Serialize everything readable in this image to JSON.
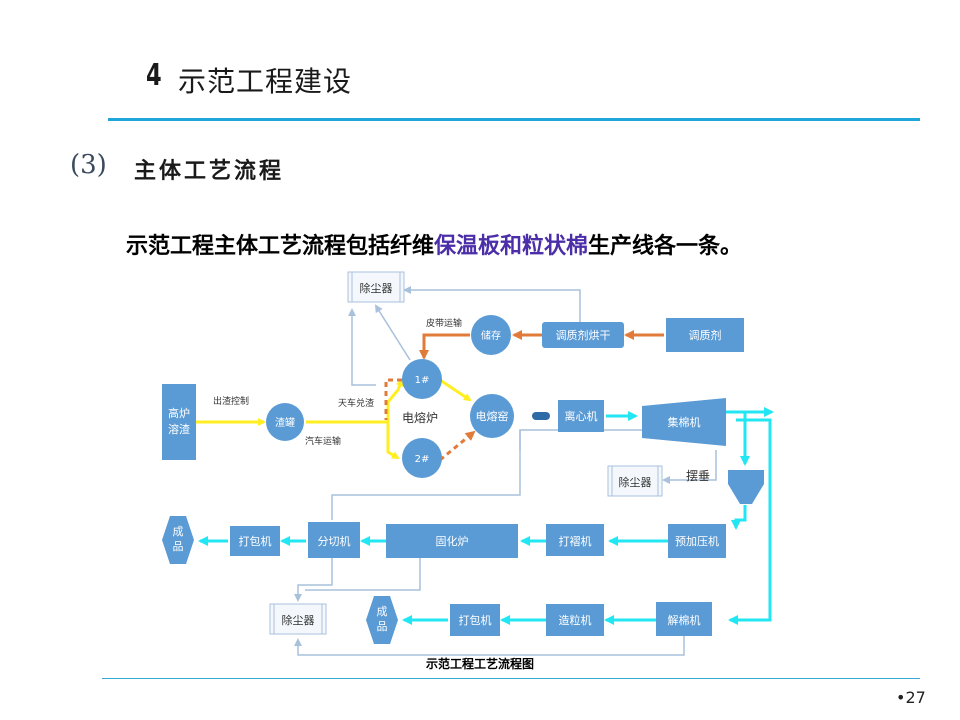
{
  "title": {
    "number": "4",
    "text": "示范工程建设"
  },
  "subtitle": {
    "number": "(3)",
    "text": "主体工艺流程"
  },
  "intro": {
    "before": "示范工程主体工艺流程包括纤维",
    "highlight": "保温板和粒状棉",
    "after": "生产线各一条。"
  },
  "diagram": {
    "caption": "示范工程工艺流程图",
    "nodes": {
      "slag": "高炉溶渣",
      "ladle": "渣罐",
      "furnace1": "1#",
      "furnace2": "2#",
      "furnace_label": "电熔炉",
      "kiln": "电熔窑",
      "centrifuge": "离心机",
      "collector": "集棉机",
      "dust_top": "除尘器",
      "storage": "储存",
      "dryer": "调质剂烘干",
      "conditioner": "调质剂",
      "dust_mid": "除尘器",
      "pendulum": "摆垂",
      "product1": "成品",
      "pack1": "打包机",
      "cutter": "分切机",
      "curing": "固化炉",
      "pleater": "打褶机",
      "prepress": "预加压机",
      "dust_bottom": "除尘器",
      "product2": "成品",
      "pack2": "打包机",
      "granulator": "造粒机",
      "opener": "解棉机"
    },
    "labels": {
      "slag_control": "出渣控制",
      "crane_pour": "天车兑渣",
      "truck": "汽车运输",
      "belt": "皮带运输"
    }
  },
  "page_number": "•27",
  "colors": {
    "node": "#5b9bd5",
    "node_dark": "#2e6aa6",
    "slag_flow": "#ffee22",
    "fiber_flow": "#22e6f2",
    "orange_flow": "#e07b39",
    "gray_flow": "#a9c1dc",
    "title_rule": "#1ea6d8"
  }
}
